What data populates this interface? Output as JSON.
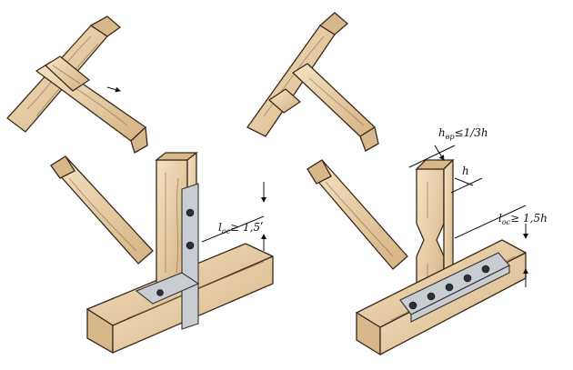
{
  "diagram": {
    "labels": {
      "left_overlap": "l",
      "left_overlap_sub": "ос",
      "left_overlap_rule": "≥ 1,5ʹ",
      "right_overlap": "l",
      "right_overlap_sub": "ос",
      "right_overlap_rule": "≥ 1,5h",
      "notch_depth": "h",
      "notch_depth_sub": "вр",
      "notch_depth_rule": "≤1/3h",
      "section_height": "h"
    },
    "colors": {
      "wood_light": "#efdcb8",
      "wood_dark": "#d2ad7c",
      "outline": "#3a2a1a",
      "metal": "#c9ccd0",
      "bolt": "#2c2f36"
    }
  }
}
